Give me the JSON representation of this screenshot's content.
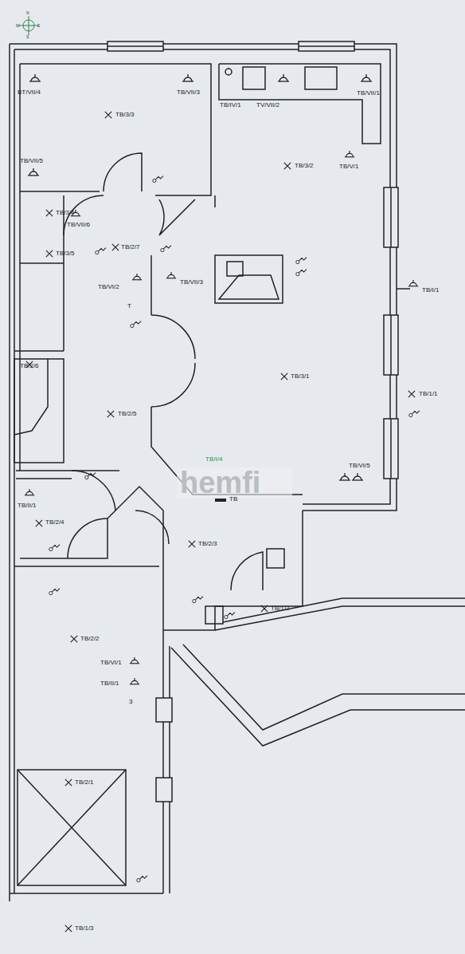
{
  "diagram": {
    "labels": [
      "N",
      "S",
      "W",
      "E",
      "BT/VII/4",
      "TB/VII/3",
      "TB/3/3",
      "TB/VII/5",
      "TB/VII/6",
      "TB/3/4",
      "TB/3/5",
      "TB/2/7",
      "TB/IV/1",
      "TV/VII/2",
      "TB/VII/1",
      "TB/V/1",
      "TB/3/2",
      "TB/VI/2",
      "TB/VII/3",
      "T",
      "TB/I/1",
      "TB/2/6",
      "TB/3/1",
      "TB/1/1",
      "TB/2/5",
      "TB/VI/5",
      "hemfi",
      "TB/I/4",
      "TB",
      "TB/II/1",
      "TB/2/4",
      "TB/2/3",
      "TB/1/2",
      "TB/2/2",
      "TB/VI/1",
      "TB/II/1",
      "3",
      "TB/2/1",
      "TB/1/3"
    ]
  }
}
